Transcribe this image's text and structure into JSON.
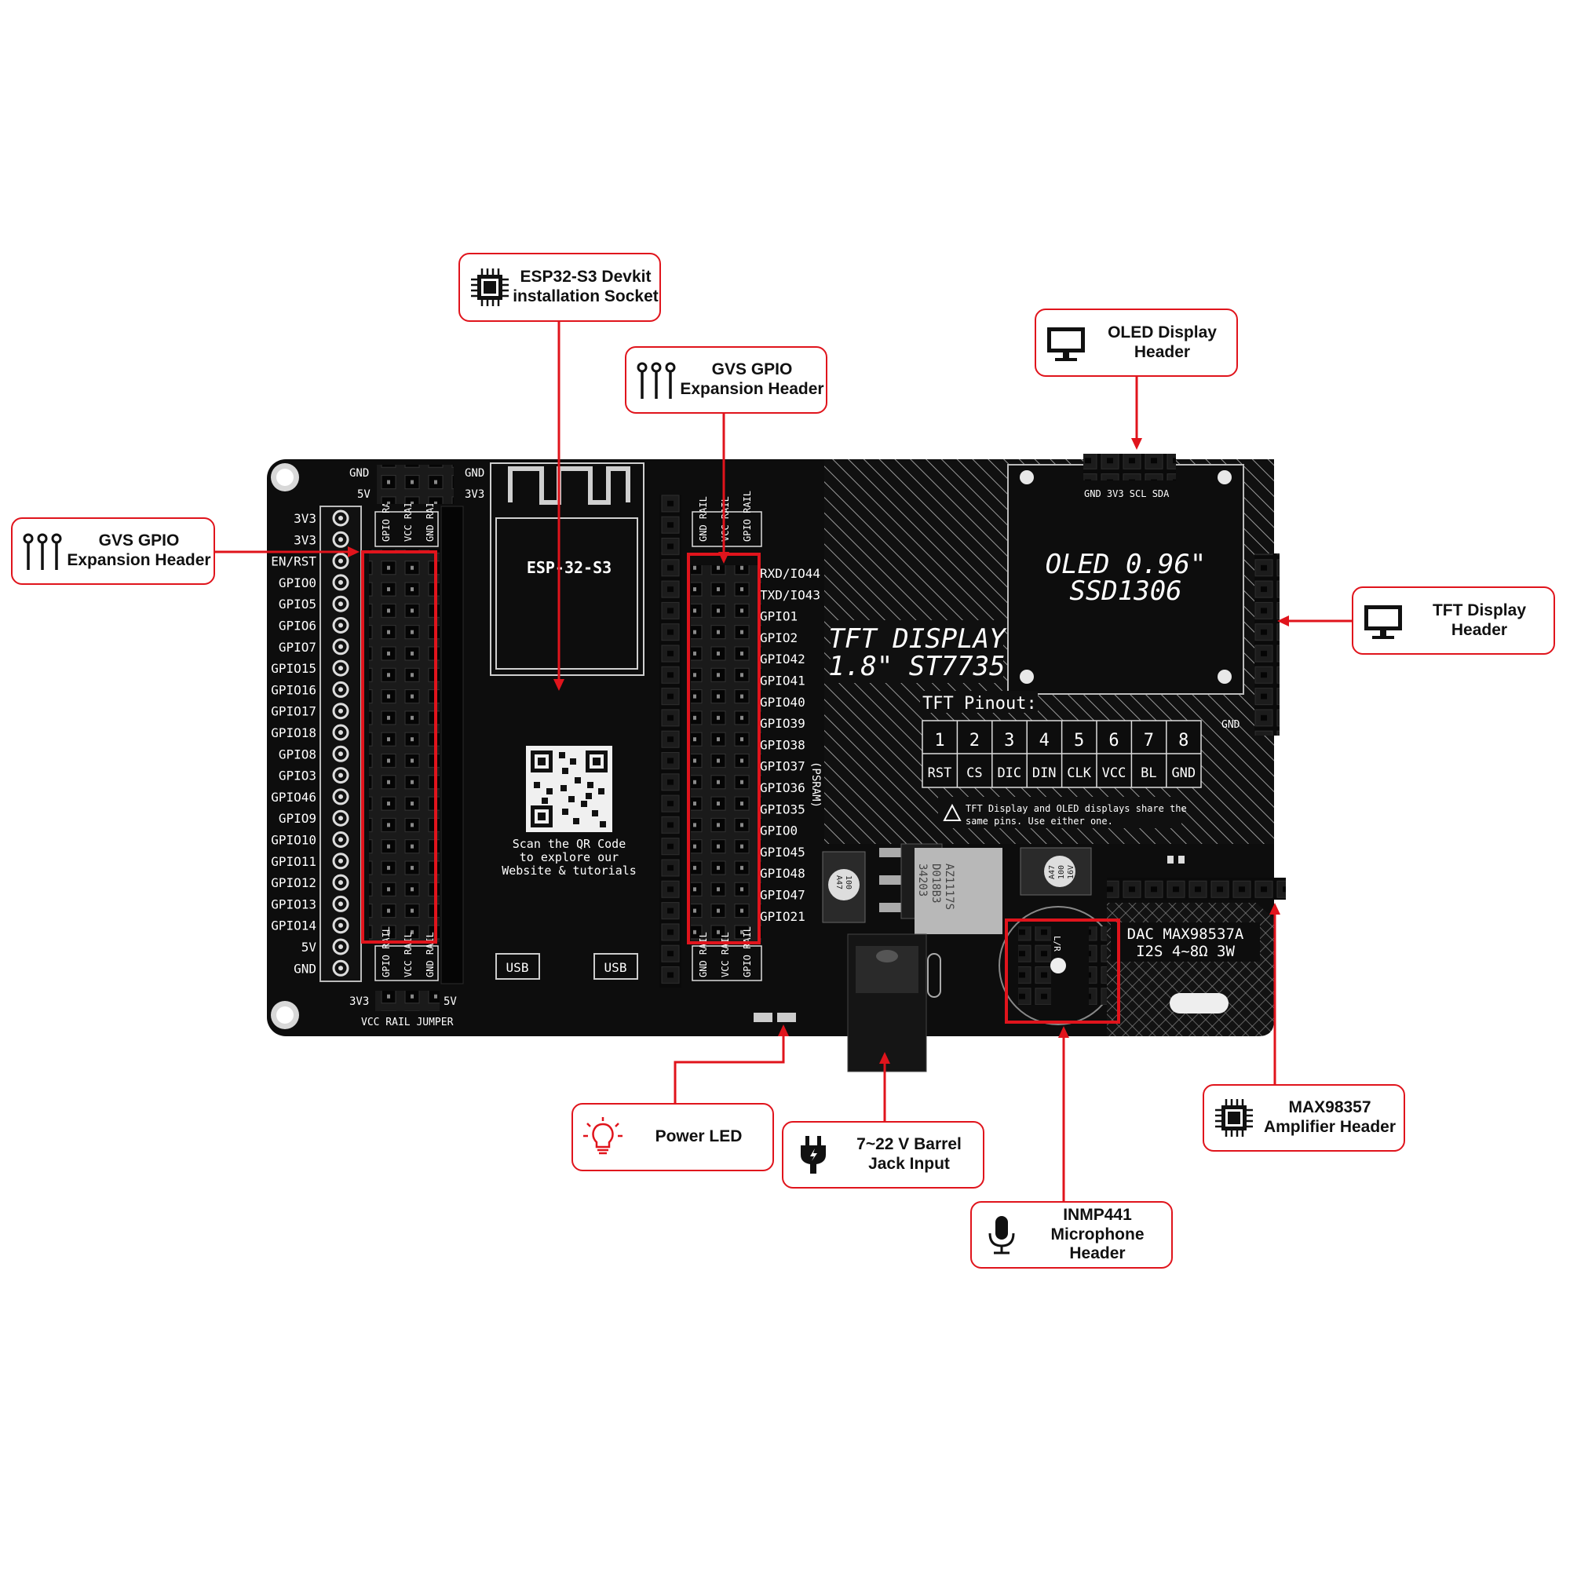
{
  "colors": {
    "accent": "#e0141c",
    "pcb": "#0d0d0d",
    "silk": "#ffffff"
  },
  "board": {
    "module_label": "ESP-32-S3",
    "qr_text": [
      "Scan the QR Code",
      "to explore our",
      "Website & tutorials"
    ],
    "usb_labels": [
      "USB",
      "USB"
    ],
    "left_pins": [
      "3V3",
      "3V3",
      "EN/RST",
      "GPIO0",
      "GPIO5",
      "GPIO6",
      "GPIO7",
      "GPIO15",
      "GPIO16",
      "GPIO17",
      "GPIO18",
      "GPIO8",
      "GPIO3",
      "GPIO46",
      "GPIO9",
      "GPIO10",
      "GPIO11",
      "GPIO12",
      "GPIO13",
      "GPIO14",
      "5V",
      "GND"
    ],
    "right_pins": [
      "RXD/IO44",
      "TXD/IO43",
      "GPIO1",
      "GPIO2",
      "GPIO42",
      "GPIO41",
      "GPIO40",
      "GPIO39",
      "GPIO38",
      "GPIO37",
      "GPIO36",
      "GPIO35",
      "GPIO0",
      "GPIO45",
      "GPIO48",
      "GPIO47",
      "GPIO21"
    ],
    "psram": "(PSRAM)",
    "top_header": {
      "gnd": "GND",
      "v5": "5V",
      "gnd2": "GND",
      "v33": "3V3"
    },
    "rail_left": [
      "GPIO RAIL",
      "VCC RAIL",
      "GND RAIL"
    ],
    "rail_right": [
      "GND RAIL",
      "VCC RAIL",
      "GPIO RAIL"
    ],
    "jumper": {
      "v33": "3V3",
      "v5": "5V",
      "label": "VCC RAIL JUMPER"
    },
    "tft_title": [
      "TFT DISPLAY",
      "1.8\" ST7735"
    ],
    "oled_title": [
      "OLED 0.96\"",
      "SSD1306"
    ],
    "oled_pins": "GND 3V3 SCL SDA",
    "tft_gnd": "GND",
    "tft_pinout_title": "TFT Pinout:",
    "tft_pin_numbers": [
      "1",
      "2",
      "3",
      "4",
      "5",
      "6",
      "7",
      "8"
    ],
    "tft_pin_names": [
      "RST",
      "CS",
      "DIC",
      "DIN",
      "CLK",
      "VCC",
      "BL",
      "GND"
    ],
    "share_note": [
      "TFT Display and OLED displays share the",
      "same pins. Use either one."
    ],
    "dac_label": [
      "DAC MAX98537A",
      "I2S 4~8Ω 3W"
    ],
    "regulator_text": [
      "AZ1117S",
      "D018B3",
      "34203"
    ],
    "cap_text": [
      "A47",
      "100",
      "16V"
    ],
    "mic_text": "L/R"
  },
  "callouts": {
    "esp32_socket": "ESP32-S3 Devkit\ninstallation Socket",
    "gpio_center": "GVS GPIO\nExpansion Header",
    "gpio_left": "GVS GPIO\nExpansion Header",
    "oled": "OLED Display\nHeader",
    "tft": "TFT Display\nHeader",
    "power_led": "Power LED",
    "barrel": "7~22 V Barrel\nJack Input",
    "mic": "INMP441\nMicrophone Header",
    "amp": "MAX98357\nAmplifier Header"
  },
  "icons": {
    "esp32_socket": "chip-icon",
    "gpio_center": "pins-icon",
    "gpio_left": "pins-icon",
    "oled": "monitor-icon",
    "tft": "monitor-icon",
    "power_led": "bulb-icon",
    "barrel": "plug-icon",
    "mic": "microphone-icon",
    "amp": "chip-icon"
  }
}
